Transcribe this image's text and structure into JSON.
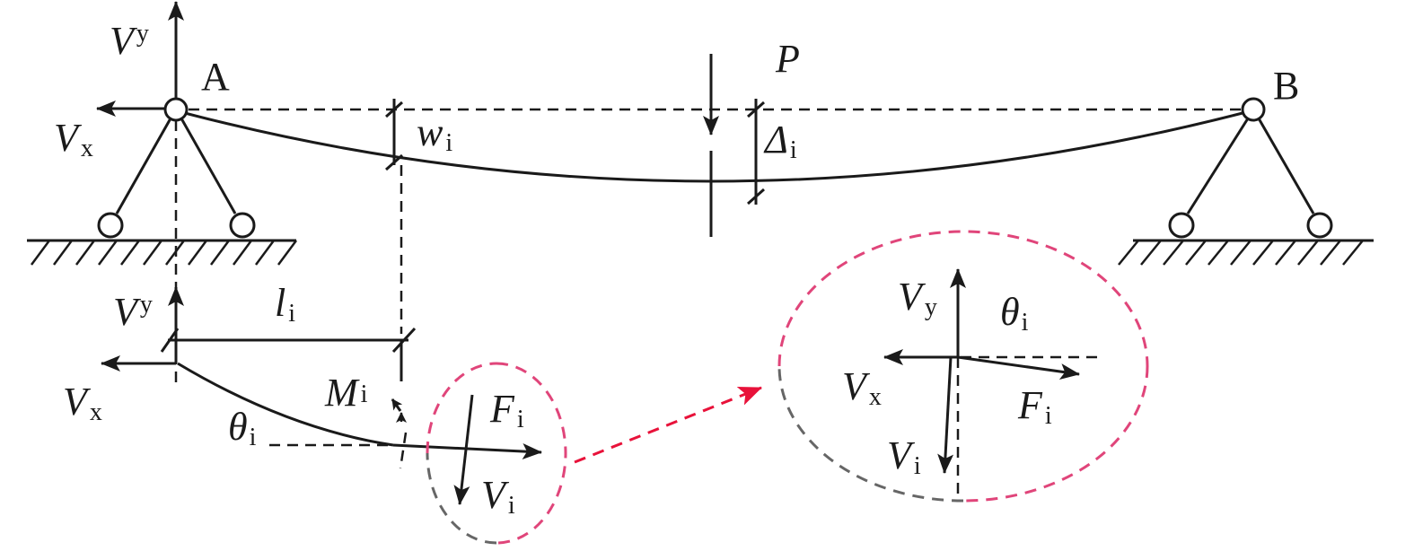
{
  "labels": {
    "vy_top": {
      "main": "V",
      "sub": "y"
    },
    "vx_top": {
      "main": "V",
      "sub": "x"
    },
    "point_a": "A",
    "point_b": "B",
    "load_p": "P",
    "w_i": {
      "main": "w",
      "sub": "i"
    },
    "delta_i": {
      "main": "Δ",
      "sub": "i"
    },
    "vy_mid": {
      "main": "V",
      "sub": "y"
    },
    "l_i": {
      "main": "l",
      "sub": "i"
    },
    "vx_mid": {
      "main": "V",
      "sub": "x"
    },
    "m_i": {
      "main": "M",
      "sub": "i"
    },
    "theta_i_mid": {
      "main": "θ",
      "sub": "i"
    },
    "f_i_mid": {
      "main": "F",
      "sub": "i"
    },
    "v_i_mid": {
      "main": "V",
      "sub": "i"
    },
    "vy_detail": {
      "main": "V",
      "sub": "y"
    },
    "theta_i_detail": {
      "main": "θ",
      "sub": "i"
    },
    "vx_detail": {
      "main": "V",
      "sub": "x"
    },
    "f_i_detail": {
      "main": "F",
      "sub": "i"
    },
    "v_i_detail": {
      "main": "V",
      "sub": "i"
    }
  },
  "colors": {
    "line": "#1a1a1a",
    "highlight_dash": "#e0457a",
    "connector_arrow": "#e8123a",
    "grey_dash": "#666666"
  }
}
